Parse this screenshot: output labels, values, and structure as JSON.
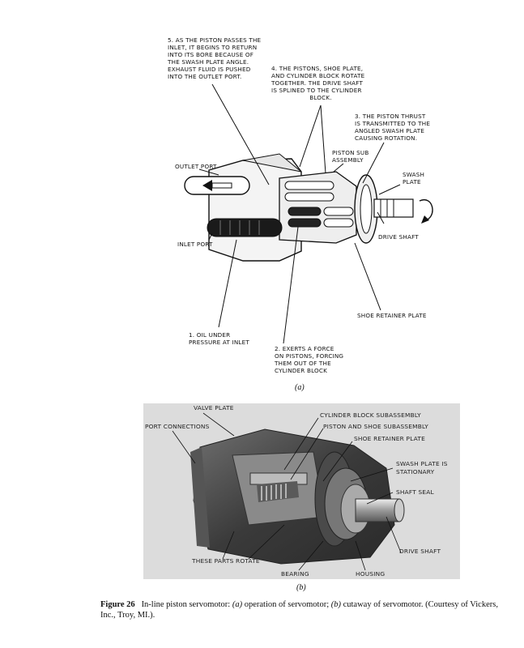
{
  "figure_a": {
    "labels": {
      "step5": "5. AS THE PISTON PASSES THE\nINLET, IT BEGINS TO RETURN\nINTO ITS BORE BECAUSE OF\nTHE SWASH PLATE ANGLE.\nEXHAUST FLUID IS PUSHED\nINTO THE OUTLET PORT.",
      "step4": "4. THE PISTONS, SHOE PLATE,\nAND CYLINDER BLOCK ROTATE\nTOGETHER. THE DRIVE SHAFT\nIS SPLINED TO THE CYLINDER\n                   BLOCK.",
      "step3": "3. THE PISTON THRUST\nIS TRANSMITTED TO THE\nANGLED SWASH PLATE\nCAUSING ROTATION.",
      "piston_sub": "PISTON SUB\nASSEMBLY",
      "swash_plate": "SWASH\nPLATE",
      "outlet_port": "OUTLET PORT",
      "inlet_port": "INLET PORT",
      "drive_shaft": "DRIVE SHAFT",
      "shoe_retainer": "SHOE RETAINER PLATE",
      "step1": "1. OIL UNDER\nPRESSURE AT INLET",
      "step2": "2. EXERTS A FORCE\nON PISTONS, FORCING\nTHEM OUT OF THE\nCYLINDER BLOCK"
    },
    "sub_label": "(a)"
  },
  "figure_b": {
    "labels": {
      "valve_plate": "VALVE PLATE",
      "port_connections": "PORT CONNECTIONS",
      "cylinder_block": "CYLINDER BLOCK SUBASSEMBLY",
      "piston_shoe": "PISTON AND SHOE SUBASSEMBLY",
      "shoe_retainer": "SHOE RETAINER PLATE",
      "swash_stationary": "SWASH PLATE IS\nSTATIONARY",
      "shaft_seal": "SHAFT SEAL",
      "drive_shaft": "DRIVE SHAFT",
      "these_parts_rotate": "THESE PARTS ROTATE",
      "bearing": "BEARING",
      "housing": "HOUSING"
    },
    "sub_label": "(b)"
  },
  "caption": {
    "figure_number": "Figure 26",
    "part1": "In-line piston servomotor: ",
    "a": "(a)",
    "part2": " operation of servomotor; ",
    "b": "(b)",
    "part3": " cutaway of servomotor. (Courtesy of Vickers, Inc., Troy, MI.)."
  }
}
